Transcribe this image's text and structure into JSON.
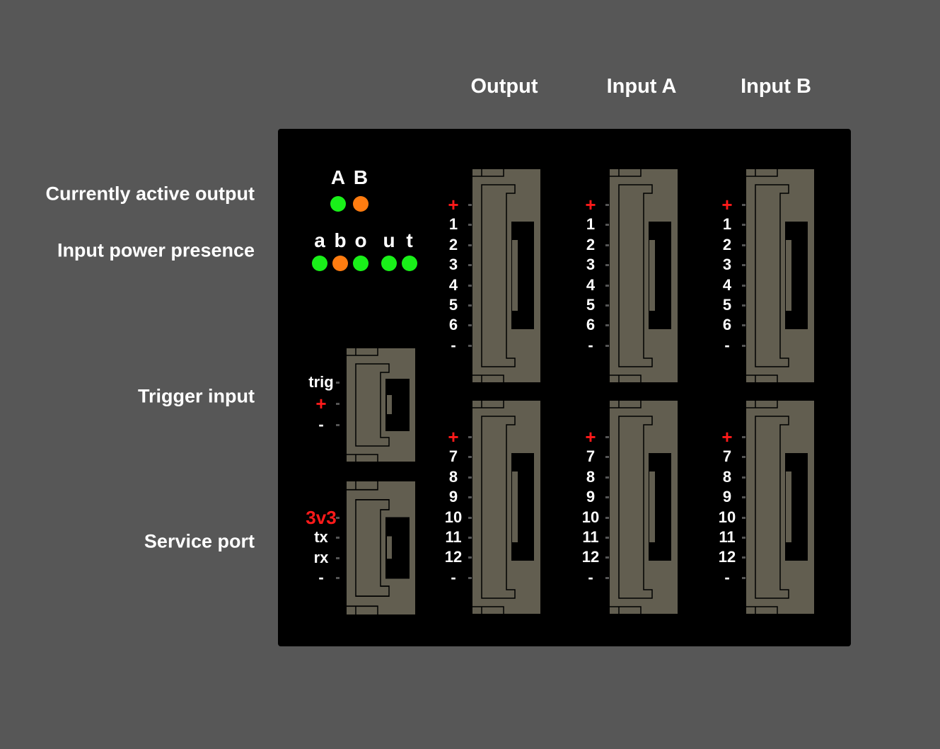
{
  "headers": {
    "output": "Output",
    "input_a": "Input A",
    "input_b": "Input B"
  },
  "side_labels": {
    "active_output": "Currently active output",
    "power_presence": "Input power presence",
    "trigger": "Trigger input",
    "service": "Service port"
  },
  "active_output": {
    "labels": [
      "A",
      "B"
    ],
    "states": [
      "green",
      "orange"
    ]
  },
  "power_presence": {
    "labels": [
      "a",
      "b",
      "o",
      "u",
      "t"
    ],
    "states": [
      "green",
      "orange",
      "green",
      "green",
      "green"
    ]
  },
  "colors": {
    "green": "#19f019",
    "orange": "#ff7c10",
    "red": "#ff1a1a",
    "connector": "#625e50"
  },
  "connectors": {
    "top_pins": [
      "+",
      "1",
      "2",
      "3",
      "4",
      "5",
      "6",
      "-"
    ],
    "bottom_pins": [
      "+",
      "7",
      "8",
      "9",
      "10",
      "11",
      "12",
      "-"
    ],
    "trigger_pins": [
      "trig",
      "+",
      "-"
    ],
    "service_pins": [
      "3v3",
      "tx",
      "rx",
      "-"
    ]
  }
}
